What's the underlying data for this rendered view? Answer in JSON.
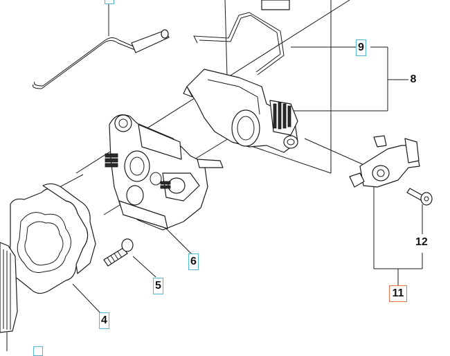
{
  "diagram": {
    "callouts": [
      {
        "id": "c9",
        "label": "9"
      },
      {
        "id": "c8",
        "label": "8"
      },
      {
        "id": "c6",
        "label": "6"
      },
      {
        "id": "c5",
        "label": "5"
      },
      {
        "id": "c4",
        "label": "4"
      },
      {
        "id": "c12",
        "label": "12"
      },
      {
        "id": "c11",
        "label": "11"
      }
    ]
  }
}
